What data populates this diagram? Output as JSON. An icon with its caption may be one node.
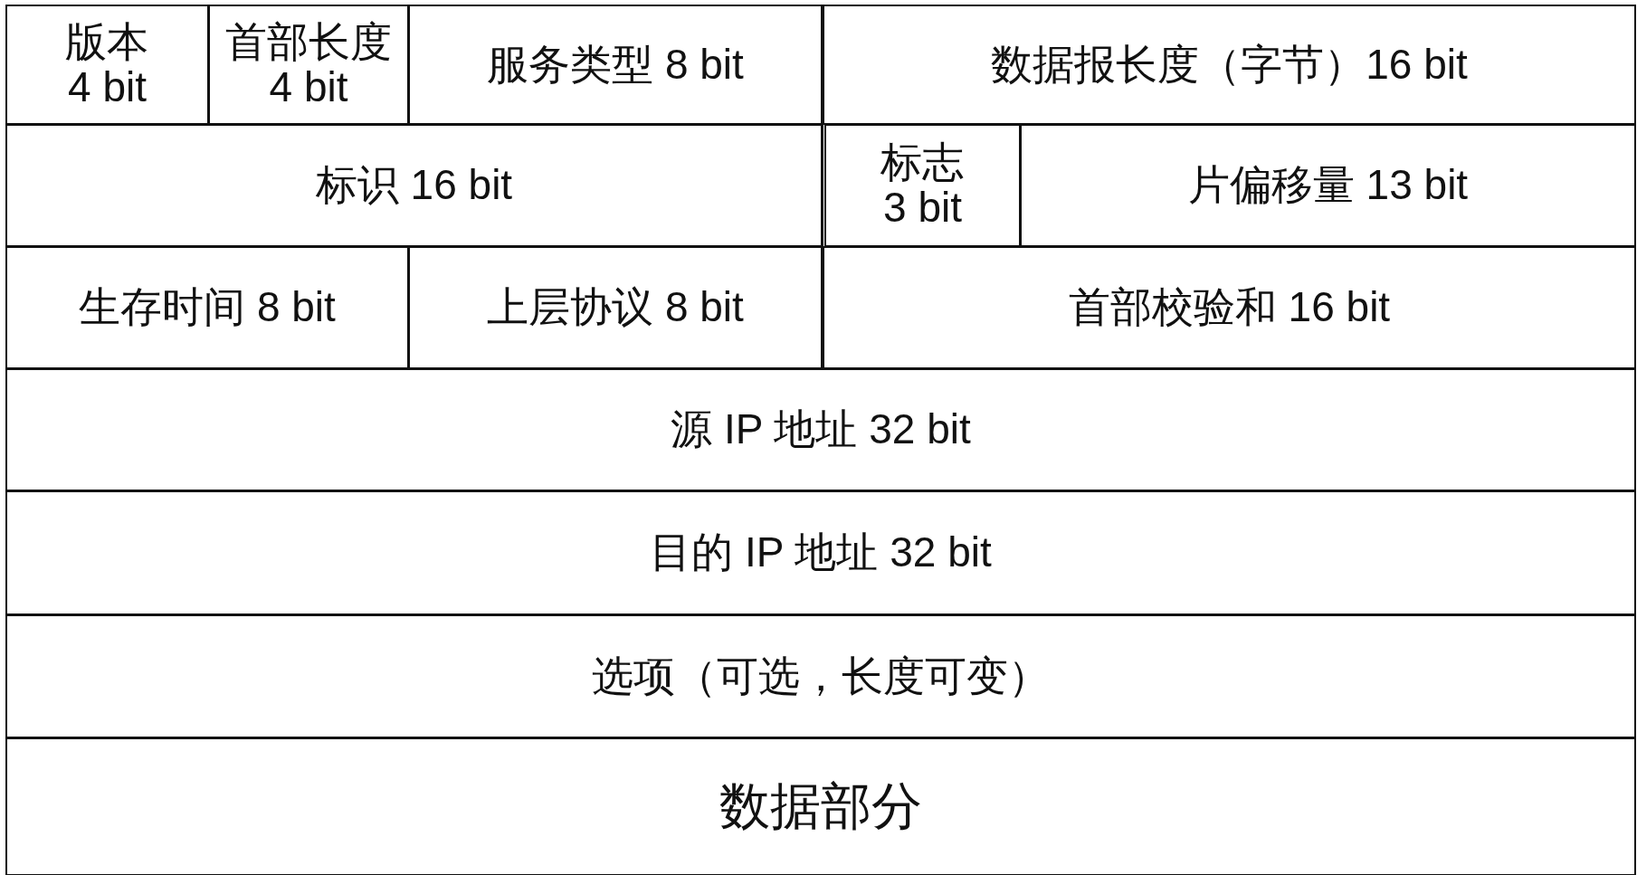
{
  "diagram": {
    "nodes": [
      {
        "text": [
          "版本 4 bit"
        ]
      },
      {
        "text": [
          "首部长度 4 bit"
        ]
      },
      {
        "text": [
          "服务类型 8 bit"
        ]
      },
      {
        "text": [
          "数据报长度（字节）16 bit"
        ]
      },
      {
        "text": [
          "标识 16 bit"
        ]
      },
      {
        "text": [
          "标志 3 bit"
        ]
      },
      {
        "text": [
          "片偏移量 13 bit"
        ]
      },
      {
        "text": [
          "生存时间 8 bit"
        ]
      },
      {
        "text": [
          "上层协议 8 bit"
        ]
      },
      {
        "text": [
          "首部校验和 16 bit"
        ]
      },
      {
        "text": [
          "源 IP 地址 32 bit"
        ]
      },
      {
        "text": [
          "目的 IP 地址 32 bit"
        ]
      },
      {
        "text": [
          "选项（可选，长度可变）"
        ]
      },
      {
        "text": [
          "数据部分"
        ]
      }
    ]
  }
}
